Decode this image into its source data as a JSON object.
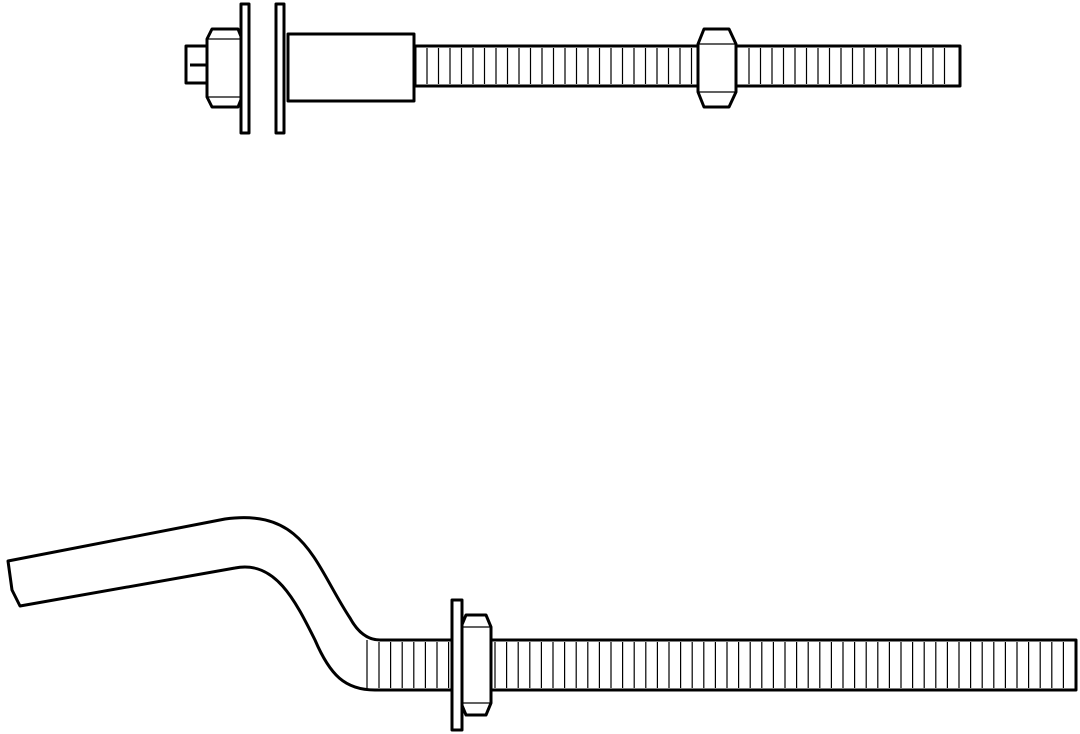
{
  "colors": {
    "background": "#ffffff",
    "line": "#000000"
  },
  "drawings": [
    {
      "name": "straight-threaded-rod",
      "parts": [
        "threaded-rod",
        "sleeve",
        "washer",
        "washer",
        "hex-nut",
        "hex-nut",
        "slotted-end"
      ]
    },
    {
      "name": "bent-anchor-bolt",
      "parts": [
        "bent-end",
        "threaded-shank",
        "washer",
        "hex-nut"
      ]
    }
  ]
}
